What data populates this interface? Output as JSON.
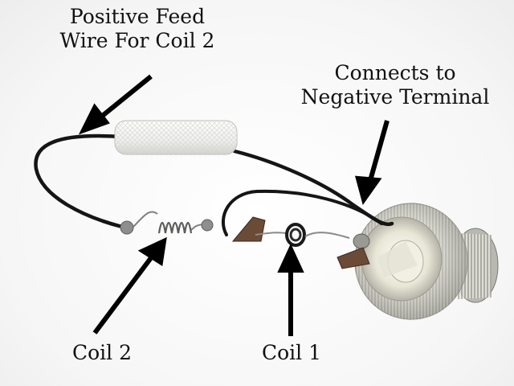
{
  "labels": {
    "feed_line1": "Positive Feed",
    "feed_line2": "Wire For Coil 2",
    "neg_line1": "Connects to",
    "neg_line2": "Negative Terminal",
    "coil2": "Coil 2",
    "coil1": "Coil 1"
  },
  "photo_objects": [
    "black-wire",
    "white-braided-sleeve",
    "coil-1",
    "coil-2",
    "solder-blobs",
    "silver-socket"
  ]
}
